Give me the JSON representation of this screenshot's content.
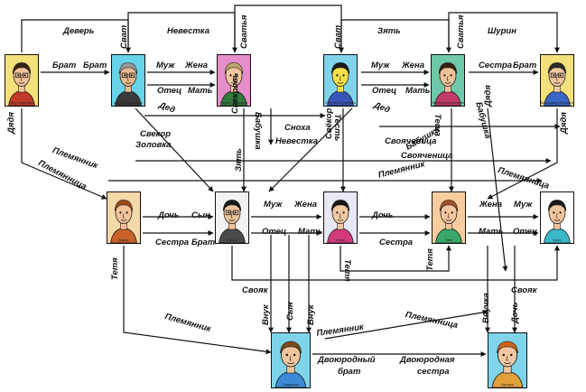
{
  "persons": [
    {
      "id": "p1",
      "name": "Петр Иванович",
      "bg": "#f3e07a",
      "shirt": "#c23b2a",
      "skin": "#f2c49a",
      "hair": "#3b2414",
      "glasses": true
    },
    {
      "id": "p2",
      "name": "Иван Федорович",
      "bg": "#66d3e8",
      "shirt": "#3a3a3a",
      "skin": "#e9bb90",
      "hair": "#9a9a9a",
      "glasses": true
    },
    {
      "id": "p3",
      "name": "Ольга Петровна",
      "bg": "#e58ec9",
      "shirt": "#2e7a3a",
      "skin": "#f3c7a0",
      "hair": "#b9a76a",
      "glasses": false
    },
    {
      "id": "p4",
      "name": "Сергей Сергеевич",
      "bg": "#7fd4ea",
      "shirt": "#3a55b8",
      "skin": "#f3e04a",
      "hair": "#1a1a1a",
      "glasses": false
    },
    {
      "id": "p5",
      "name": "Эльвира Васильевна",
      "bg": "#6fc9a8",
      "shirt": "#c23b6a",
      "skin": "#f0c29a",
      "hair": "#3a2010",
      "glasses": false
    },
    {
      "id": "p6",
      "name": "Владимир Михайлович",
      "bg": "#f3e07a",
      "shirt": "#3a66c8",
      "skin": "#f0c8a0",
      "hair": "#2a2a2a",
      "glasses": true
    },
    {
      "id": "p7",
      "name": "Маша",
      "bg": "#f4d9a8",
      "shirt": "#c8622a",
      "skin": "#f2c39a",
      "hair": "#9a4a1a",
      "glasses": false
    },
    {
      "id": "p8",
      "name": "Миша",
      "bg": "#f2f2f2",
      "shirt": "#4a4a4a",
      "skin": "#eec49c",
      "hair": "#1a1a1a",
      "glasses": true
    },
    {
      "id": "p9",
      "name": "Нина",
      "bg": "#e8e8f5",
      "shirt": "#d23a7a",
      "skin": "#f2c8a0",
      "hair": "#1a1a1a",
      "glasses": false
    },
    {
      "id": "p10",
      "name": "Галя",
      "bg": "#f7cda0",
      "shirt": "#3aa86a",
      "skin": "#f3c6a0",
      "hair": "#a0502a",
      "glasses": false
    },
    {
      "id": "p11",
      "name": "Коля",
      "bg": "#ffffff",
      "shirt": "#3ab8c8",
      "skin": "#f0c49c",
      "hair": "#1a1a1a",
      "glasses": false
    },
    {
      "id": "p12",
      "name": "Андрюша",
      "bg": "#7fd4ea",
      "shirt": "#3a8ad8",
      "skin": "#f0c49c",
      "hair": "#7a4a1a",
      "glasses": false
    },
    {
      "id": "p13",
      "name": "Ирочка",
      "bg": "#7fd4ea",
      "shirt": "#e0a03a",
      "skin": "#f3c8a0",
      "hair": "#d0621a",
      "glasses": false
    }
  ],
  "labels": [
    {
      "id": "l1",
      "text": "Деверь"
    },
    {
      "id": "l2",
      "text": "Невестка"
    },
    {
      "id": "l3",
      "text": "Зять"
    },
    {
      "id": "l4",
      "text": "Шурин"
    },
    {
      "id": "l5",
      "text": "Брат"
    },
    {
      "id": "l6",
      "text": "Брат"
    },
    {
      "id": "l7",
      "text": "Муж"
    },
    {
      "id": "l8",
      "text": "Жена"
    },
    {
      "id": "l9",
      "text": "Муж"
    },
    {
      "id": "l10",
      "text": "Жена"
    },
    {
      "id": "l11",
      "text": "Сестра"
    },
    {
      "id": "l12",
      "text": "Брат"
    },
    {
      "id": "l13",
      "text": "Отец"
    },
    {
      "id": "l14",
      "text": "Мать"
    },
    {
      "id": "l15",
      "text": "Отец"
    },
    {
      "id": "l16",
      "text": "Мать"
    },
    {
      "id": "l17",
      "text": "Дед"
    },
    {
      "id": "l18",
      "text": "Дед"
    },
    {
      "id": "l19",
      "text": "Свекор"
    },
    {
      "id": "l20",
      "text": "Золовка"
    },
    {
      "id": "l21",
      "text": "Сноха"
    },
    {
      "id": "l22",
      "text": "Невестка"
    },
    {
      "id": "l23",
      "text": "Свояченица"
    },
    {
      "id": "l24",
      "text": "Свояченица"
    },
    {
      "id": "l25",
      "text": "Бабушка"
    },
    {
      "id": "l26",
      "text": "Бабушка"
    },
    {
      "id": "l27",
      "text": "Бабушка"
    },
    {
      "id": "l28",
      "text": "Теща"
    },
    {
      "id": "l29",
      "text": "Тесть"
    },
    {
      "id": "l30",
      "text": "Свекровь"
    },
    {
      "id": "l31",
      "text": "Свёкор"
    },
    {
      "id": "l32",
      "text": "Сват"
    },
    {
      "id": "l33",
      "text": "Сват"
    },
    {
      "id": "l34",
      "text": "Сватья"
    },
    {
      "id": "l35",
      "text": "Сватья"
    },
    {
      "id": "l36",
      "text": "Дядя"
    },
    {
      "id": "l37",
      "text": "Дядя"
    },
    {
      "id": "l38",
      "text": "Племянник"
    },
    {
      "id": "l39",
      "text": "Племянница"
    },
    {
      "id": "l40",
      "text": "Племянник"
    },
    {
      "id": "l41",
      "text": "Племянница"
    },
    {
      "id": "l42",
      "text": "Дочь"
    },
    {
      "id": "l43",
      "text": "Сын"
    },
    {
      "id": "l44",
      "text": "Муж"
    },
    {
      "id": "l45",
      "text": "Жена"
    },
    {
      "id": "l46",
      "text": "Дочь"
    },
    {
      "id": "l47",
      "text": "Жена"
    },
    {
      "id": "l48",
      "text": "Муж"
    },
    {
      "id": "l49",
      "text": "Отец"
    },
    {
      "id": "l50",
      "text": "Мать"
    },
    {
      "id": "l51",
      "text": "Мать"
    },
    {
      "id": "l52",
      "text": "Отец"
    },
    {
      "id": "l53",
      "text": "Сестра"
    },
    {
      "id": "l54",
      "text": "Брат"
    },
    {
      "id": "l55",
      "text": "Сестра"
    },
    {
      "id": "l56",
      "text": "Зять"
    },
    {
      "id": "l57",
      "text": "Тетя"
    },
    {
      "id": "l58",
      "text": "Тетя"
    },
    {
      "id": "l59",
      "text": "Тетя"
    },
    {
      "id": "l60",
      "text": "Свояк"
    },
    {
      "id": "l61",
      "text": "Свояк"
    },
    {
      "id": "l62",
      "text": "Племянник"
    },
    {
      "id": "l63",
      "text": "Племянник"
    },
    {
      "id": "l64",
      "text": "Племянница"
    },
    {
      "id": "l65",
      "text": "Внук"
    },
    {
      "id": "l66",
      "text": "Сын"
    },
    {
      "id": "l67",
      "text": "Внук"
    },
    {
      "id": "l68",
      "text": "Внучка"
    },
    {
      "id": "l69",
      "text": "Дочь"
    },
    {
      "id": "l70",
      "text": "Двоюродный"
    },
    {
      "id": "l71",
      "text": "брат"
    },
    {
      "id": "l72",
      "text": "Двоюродная"
    },
    {
      "id": "l73",
      "text": "сестра"
    },
    {
      "id": "l74",
      "text": "Дядя"
    }
  ]
}
